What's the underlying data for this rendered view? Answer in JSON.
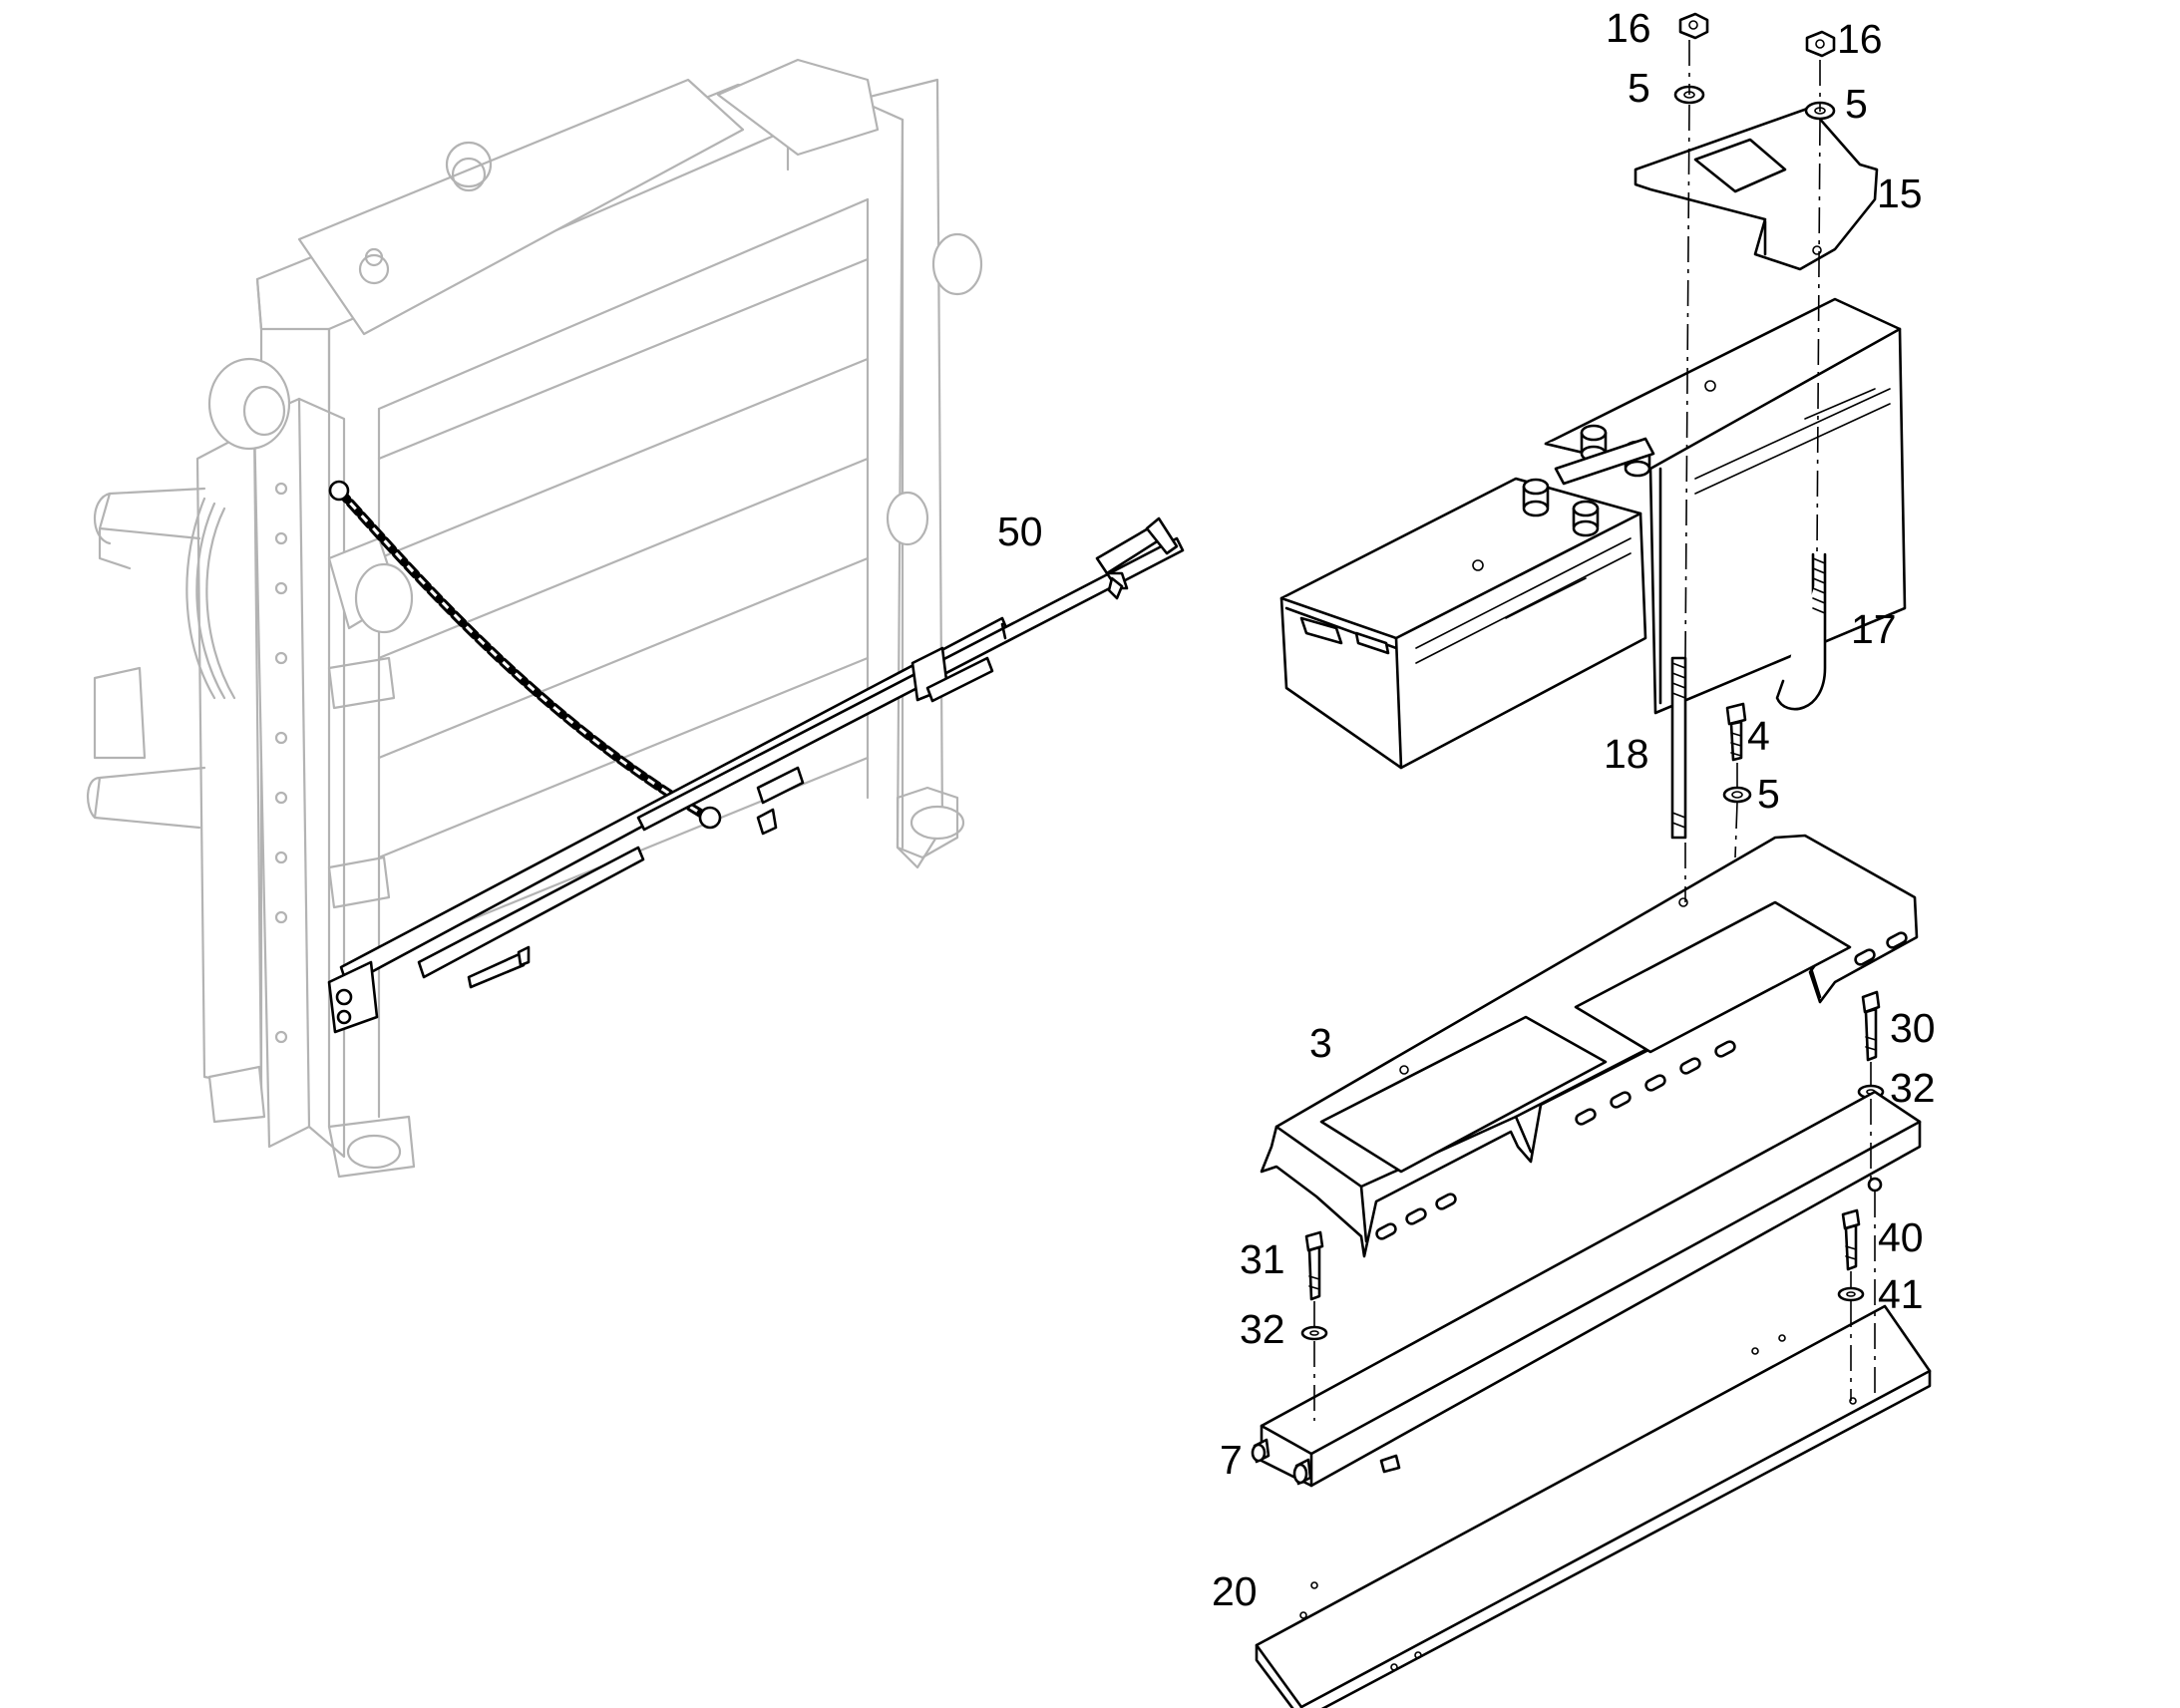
{
  "callouts": {
    "c16a": "16",
    "c16b": "16",
    "c5a": "5",
    "c5b": "5",
    "c15": "15",
    "c50": "50",
    "c17": "17",
    "c18": "18",
    "c4": "4",
    "c5c": "5",
    "c3": "3",
    "c30": "30",
    "c32a": "32",
    "c31": "31",
    "c40": "40",
    "c41": "41",
    "c32b": "32",
    "c7": "7",
    "c20": "20"
  },
  "colors": {
    "line": "#000000",
    "ghost_line": "#b3b3b3",
    "background": "#ffffff"
  }
}
